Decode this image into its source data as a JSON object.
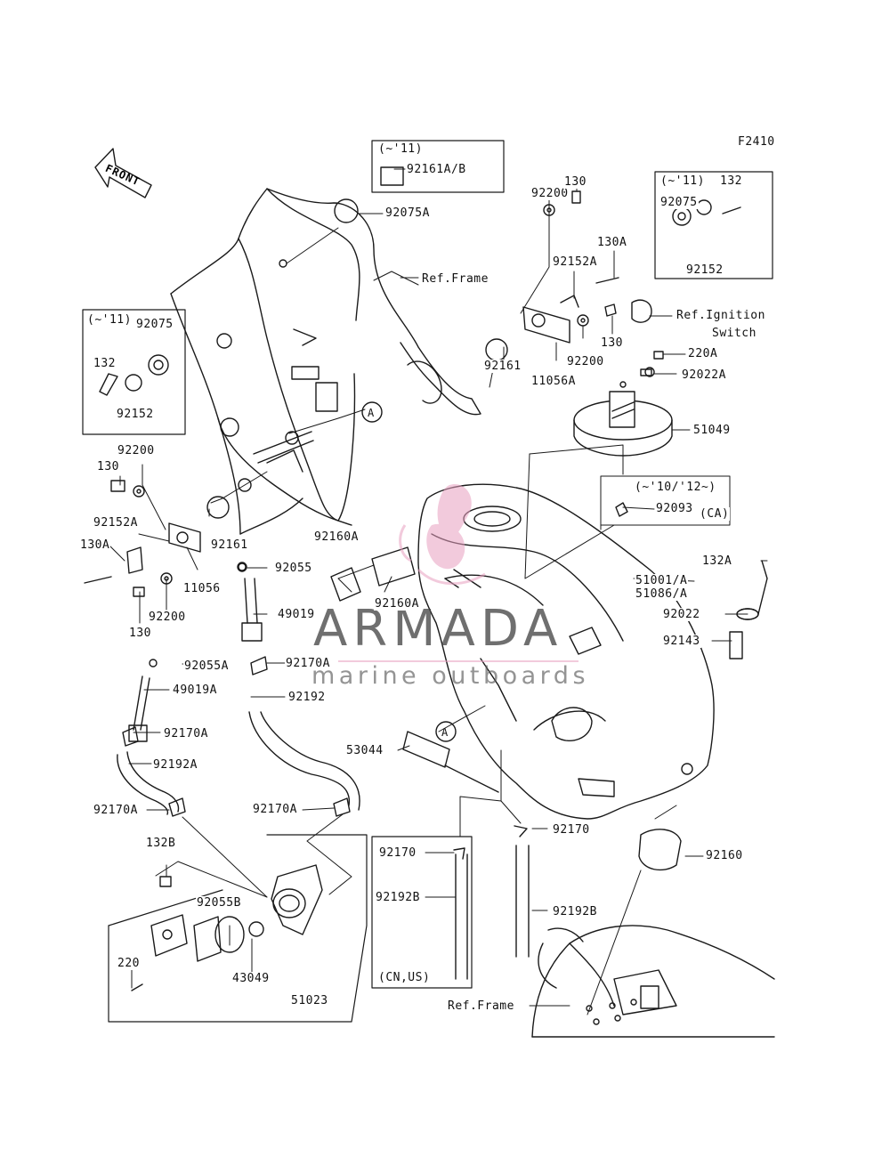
{
  "figure_id": "F2410",
  "front_label": "FRONT",
  "watermark": {
    "title": "ARMADA",
    "subtitle": "marine outboards",
    "color": "#e8a0c0"
  },
  "callout_letter": "A",
  "labels": {
    "note_11_top": "(~'11)",
    "p92161AB": "92161A/B",
    "p92075A": "92075A",
    "ref_frame_top": "Ref.Frame",
    "p92200_a": "92200",
    "p130_a": "130",
    "p130A_a": "130A",
    "p92152A_a": "92152A",
    "p130_b": "130",
    "p92200_b": "92200",
    "p92161_a": "92161",
    "p11056A": "11056A",
    "box_r_note": "(~'11)",
    "box_r_132": "132",
    "box_r_92075": "92075",
    "box_r_92152": "92152",
    "ref_ignition": "Ref.Ignition",
    "switch": "Switch",
    "p220A": "220A",
    "p92022A": "92022A",
    "p51049": "51049",
    "box_ca_note": "(~'10/'12~)",
    "p92093": "92093",
    "ca": "(CA)",
    "box_l_note": "(~'11)",
    "box_l_92075": "92075",
    "box_l_132": "132",
    "box_l_92152": "92152",
    "p92200_c": "92200",
    "p130_c": "130",
    "p92152A_b": "92152A",
    "p130A_b": "130A",
    "p92161_b": "92161",
    "p11056": "11056",
    "p92200_d": "92200",
    "p130_d": "130",
    "p92160A_a": "92160A",
    "p92160A_b": "92160A",
    "p92055": "92055",
    "p49019": "49019",
    "p92055A": "92055A",
    "p92170A_a": "92170A",
    "p49019A": "49019A",
    "p92192": "92192",
    "p92170A_b": "92170A",
    "p92192A": "92192A",
    "p92170A_c": "92170A",
    "p92170A_d": "92170A",
    "p53044": "53044",
    "p132A": "132A",
    "p51001A": "51001/A",
    "p51086A": "51086/A",
    "p92022": "92022",
    "p92143": "92143",
    "p132B": "132B",
    "p92055B": "92055B",
    "p220": "220",
    "p43049": "43049",
    "p51023": "51023",
    "p92170_a": "92170",
    "p92192B_a": "92192B",
    "cn_us": "(CN,US)",
    "p92170_b": "92170",
    "p92192B_b": "92192B",
    "p92160": "92160",
    "ref_frame_bottom": "Ref.Frame"
  }
}
